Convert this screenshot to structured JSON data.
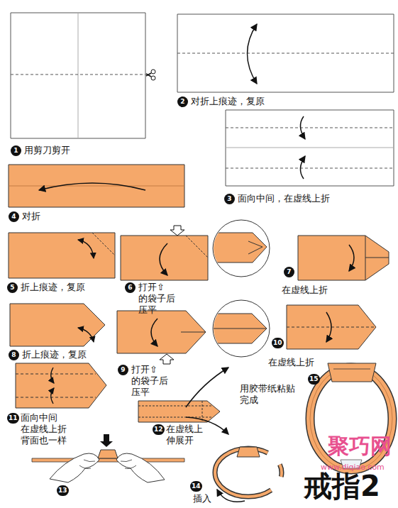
{
  "diagram": {
    "title": "戒指2",
    "labels": [
      "1",
      "用剪刀剪开",
      "2",
      "对折上痕迹，复原",
      "3",
      "面向中间，在虚线上折",
      "4",
      "对折",
      "5",
      "折上痕迹，复原",
      "6",
      "打开⇧的袋子后 压平",
      "7",
      "在虚线上折",
      "8",
      "折上痕迹，复原",
      "9",
      "打开⇧的袋子后 压平",
      "10",
      "在虚线上折",
      "11",
      "面向中间 在虚线上折 背面也一样",
      "12",
      "在虚线上 伸展开",
      "13",
      "14",
      "插入",
      "15",
      "用胶带纸粘贴 完成",
      "聚巧网",
      "www.diqiao.com"
    ]
  }
}
